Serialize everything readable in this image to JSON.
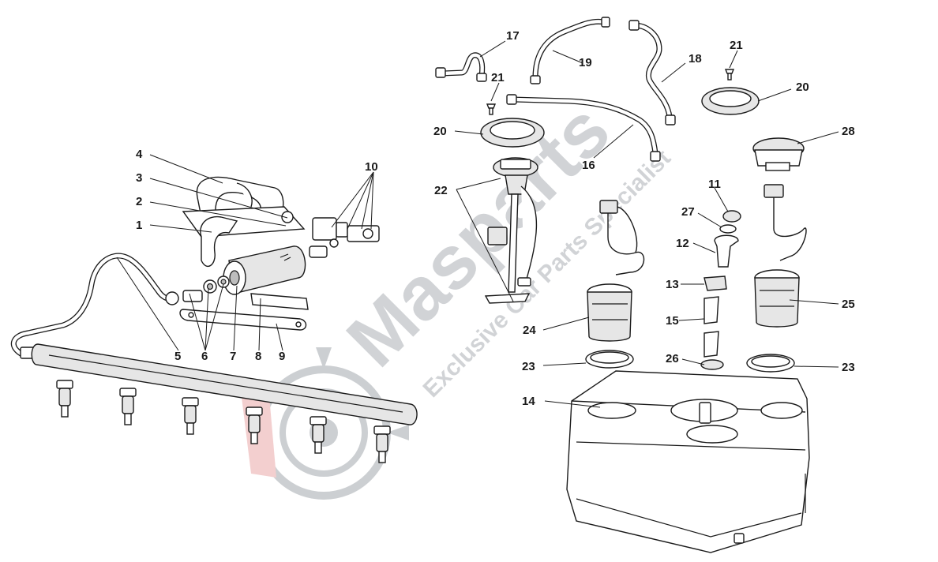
{
  "diagram": {
    "callouts": [
      "1",
      "2",
      "3",
      "4",
      "5",
      "6",
      "7",
      "8",
      "9",
      "10",
      "11",
      "12",
      "13",
      "14",
      "15",
      "16",
      "17",
      "18",
      "19",
      "20",
      "21",
      "22",
      "23",
      "24",
      "25",
      "26",
      "27",
      "28"
    ],
    "watermark": {
      "brand": "Masparts",
      "tagline": "Exclusive Car Parts Specialist"
    }
  }
}
